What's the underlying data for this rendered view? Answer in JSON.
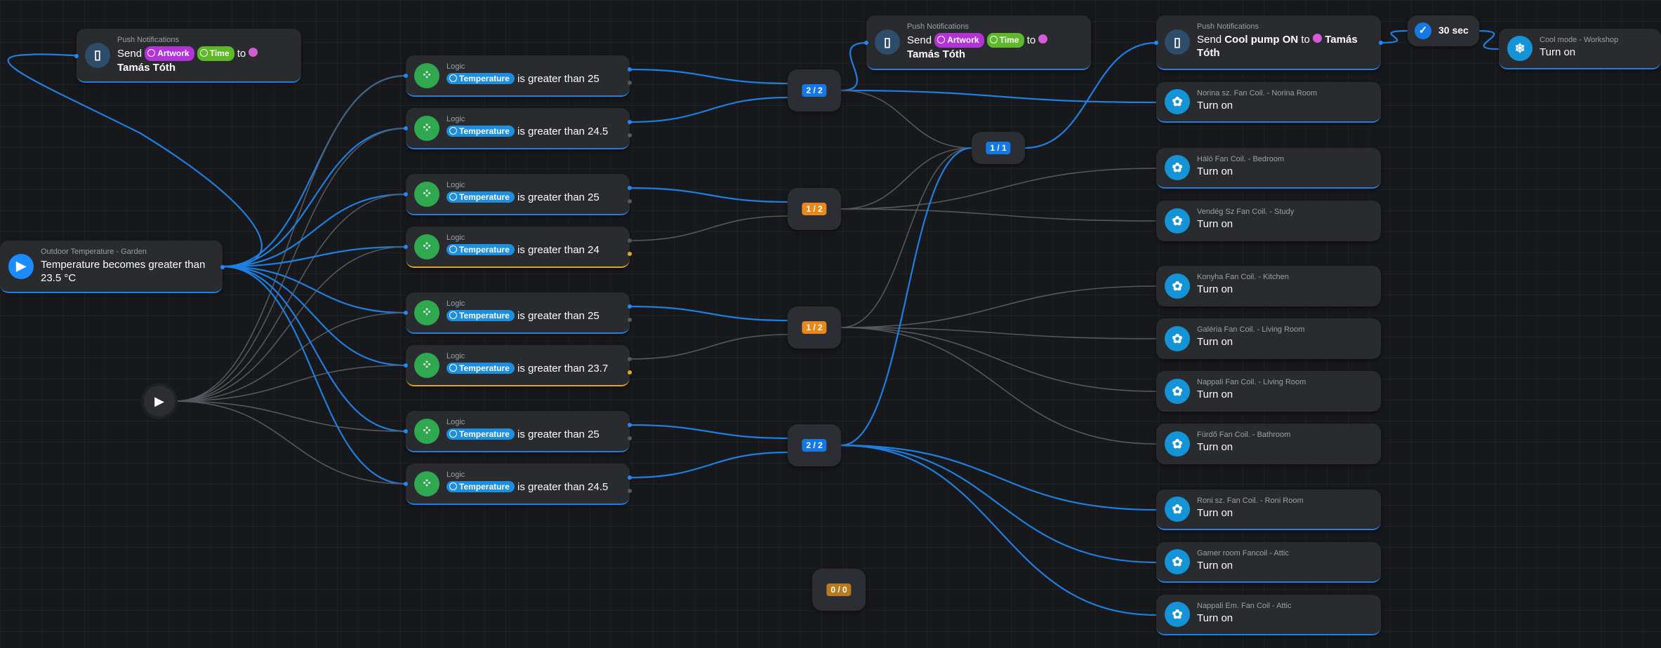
{
  "trigger": {
    "subtitle": "Outdoor Temperature - Garden",
    "title": "Temperature becomes greater than 23.5 °C",
    "icon": "play-icon"
  },
  "manual_trigger": {
    "icon": "play-icon"
  },
  "logic_nodes": [
    {
      "subtitle": "Logic",
      "variable": "Temperature",
      "condition": "is greater than 25"
    },
    {
      "subtitle": "Logic",
      "variable": "Temperature",
      "condition": "is greater than 24.5"
    },
    {
      "subtitle": "Logic",
      "variable": "Temperature",
      "condition": "is greater than 25"
    },
    {
      "subtitle": "Logic",
      "variable": "Temperature",
      "condition": "is greater than 24"
    },
    {
      "subtitle": "Logic",
      "variable": "Temperature",
      "condition": "is greater than 25"
    },
    {
      "subtitle": "Logic",
      "variable": "Temperature",
      "condition": "is greater than 23.7"
    },
    {
      "subtitle": "Logic",
      "variable": "Temperature",
      "condition": "is greater than 25"
    },
    {
      "subtitle": "Logic",
      "variable": "Temperature",
      "condition": "is greater than 24.5"
    }
  ],
  "gates": [
    {
      "label": "2 / 2",
      "color": "#1478e6"
    },
    {
      "label": "1 / 2",
      "color": "#e8891c"
    },
    {
      "label": "1 / 2",
      "color": "#e8891c"
    },
    {
      "label": "2 / 2",
      "color": "#1478e6"
    },
    {
      "label": "1 / 1",
      "color": "#1478e6"
    },
    {
      "label": "0 / 0",
      "color": "#e8891c"
    }
  ],
  "notifications": [
    {
      "subtitle": "Push Notifications",
      "send": "Send",
      "chip1": "Artwork",
      "chip2": "Time",
      "to": "to",
      "recipient": "Tamás Tóth"
    },
    {
      "subtitle": "Push Notifications",
      "send": "Send",
      "chip1": "Artwork",
      "chip2": "Time",
      "to": "to",
      "recipient": "Tamás Tóth"
    },
    {
      "subtitle": "Push Notifications",
      "send": "Send",
      "message": "Cool pump ON",
      "to": "to",
      "recipient": "Tamás Tóth"
    }
  ],
  "delay": {
    "value": "30 sec"
  },
  "cool_mode": {
    "subtitle": "Cool mode - Workshop",
    "action": "Turn on"
  },
  "devices": [
    {
      "subtitle": "Norina sz. Fan Coil. - Norina Room",
      "action": "Turn on"
    },
    {
      "subtitle": "Háló Fan Coil. - Bedroom",
      "action": "Turn on"
    },
    {
      "subtitle": "Vendég Sz Fan Coil. - Study",
      "action": "Turn on"
    },
    {
      "subtitle": "Konyha Fan Coil. - Kitchen",
      "action": "Turn on"
    },
    {
      "subtitle": "Galéria Fan Coil. - Living Room",
      "action": "Turn on"
    },
    {
      "subtitle": "Nappali Fan Coil. - Living Room",
      "action": "Turn on"
    },
    {
      "subtitle": "Fürdő Fan Coil. - Bathroom",
      "action": "Turn on"
    },
    {
      "subtitle": "Roni sz. Fan Coil. - Roni Room",
      "action": "Turn on"
    },
    {
      "subtitle": "Gamer room Fancoil - Attic",
      "action": "Turn on"
    },
    {
      "subtitle": "Nappali Em. Fan Coil - Attic",
      "action": "Turn on"
    }
  ],
  "colors": {
    "accent": "#1e88ff",
    "logic_green": "#2fa84f",
    "warning": "#e0a51e",
    "canvas": "#17181b"
  }
}
